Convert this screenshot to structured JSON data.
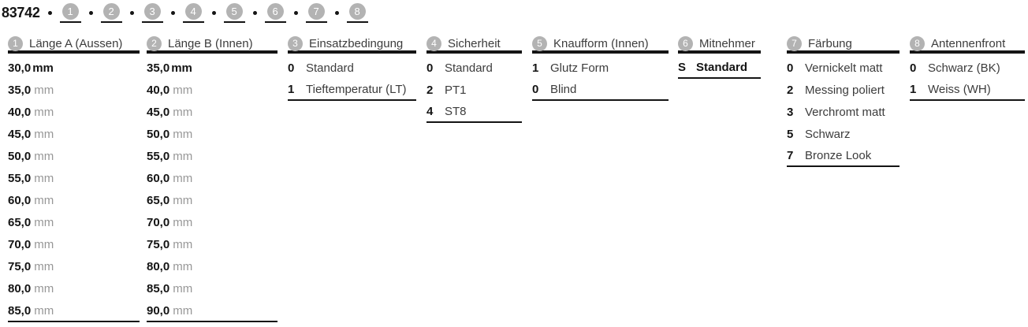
{
  "order_code": {
    "article_number": "83742",
    "separator": "•",
    "positions": [
      "1",
      "2",
      "3",
      "4",
      "5",
      "6",
      "7",
      "8"
    ]
  },
  "colors": {
    "text_black": "#141414",
    "label_gray": "#3c3c3c",
    "unit_gray": "#979797",
    "badge_gray": "#b3b3b3",
    "background": "#ffffff"
  },
  "columns": [
    {
      "number": "1",
      "title": "Länge A (Aussen)",
      "type": "dimension",
      "options": [
        {
          "code": "30,0",
          "label": "mm",
          "default": true
        },
        {
          "code": "35,0",
          "label": "mm"
        },
        {
          "code": "40,0",
          "label": "mm"
        },
        {
          "code": "45,0",
          "label": "mm"
        },
        {
          "code": "50,0",
          "label": "mm"
        },
        {
          "code": "55,0",
          "label": "mm"
        },
        {
          "code": "60,0",
          "label": "mm"
        },
        {
          "code": "65,0",
          "label": "mm"
        },
        {
          "code": "70,0",
          "label": "mm"
        },
        {
          "code": "75,0",
          "label": "mm"
        },
        {
          "code": "80,0",
          "label": "mm"
        },
        {
          "code": "85,0",
          "label": "mm"
        }
      ]
    },
    {
      "number": "2",
      "title": "Länge B (Innen)",
      "type": "dimension",
      "options": [
        {
          "code": "35,0",
          "label": "mm",
          "default": true
        },
        {
          "code": "40,0",
          "label": "mm"
        },
        {
          "code": "45,0",
          "label": "mm"
        },
        {
          "code": "50,0",
          "label": "mm"
        },
        {
          "code": "55,0",
          "label": "mm"
        },
        {
          "code": "60,0",
          "label": "mm"
        },
        {
          "code": "65,0",
          "label": "mm"
        },
        {
          "code": "70,0",
          "label": "mm"
        },
        {
          "code": "75,0",
          "label": "mm"
        },
        {
          "code": "80,0",
          "label": "mm"
        },
        {
          "code": "85,0",
          "label": "mm"
        },
        {
          "code": "90,0",
          "label": "mm"
        }
      ]
    },
    {
      "number": "3",
      "title": "Einsatzbedingung",
      "type": "option",
      "options": [
        {
          "code": "0",
          "label": "Standard"
        },
        {
          "code": "1",
          "label": "Tieftemperatur (LT)"
        }
      ]
    },
    {
      "number": "4",
      "title": "Sicherheit",
      "type": "option",
      "options": [
        {
          "code": "0",
          "label": "Standard"
        },
        {
          "code": "2",
          "label": "PT1"
        },
        {
          "code": "4",
          "label": "ST8"
        }
      ]
    },
    {
      "number": "5",
      "title": "Knaufform (Innen)",
      "type": "option",
      "options": [
        {
          "code": "1",
          "label": "Glutz Form"
        },
        {
          "code": "0",
          "label": "Blind"
        }
      ]
    },
    {
      "number": "6",
      "title": "Mitnehmer",
      "type": "option",
      "options": [
        {
          "code": "S",
          "label": "Standard",
          "default": true
        }
      ]
    },
    {
      "number": "7",
      "title": "Färbung",
      "type": "option",
      "options": [
        {
          "code": "0",
          "label": "Vernickelt matt"
        },
        {
          "code": "2",
          "label": "Messing poliert"
        },
        {
          "code": "3",
          "label": "Verchromt matt"
        },
        {
          "code": "5",
          "label": "Schwarz"
        },
        {
          "code": "7",
          "label": "Bronze Look"
        }
      ]
    },
    {
      "number": "8",
      "title": "Antennenfront",
      "type": "option",
      "options": [
        {
          "code": "0",
          "label": "Schwarz (BK)"
        },
        {
          "code": "1",
          "label": "Weiss (WH)"
        }
      ]
    }
  ]
}
